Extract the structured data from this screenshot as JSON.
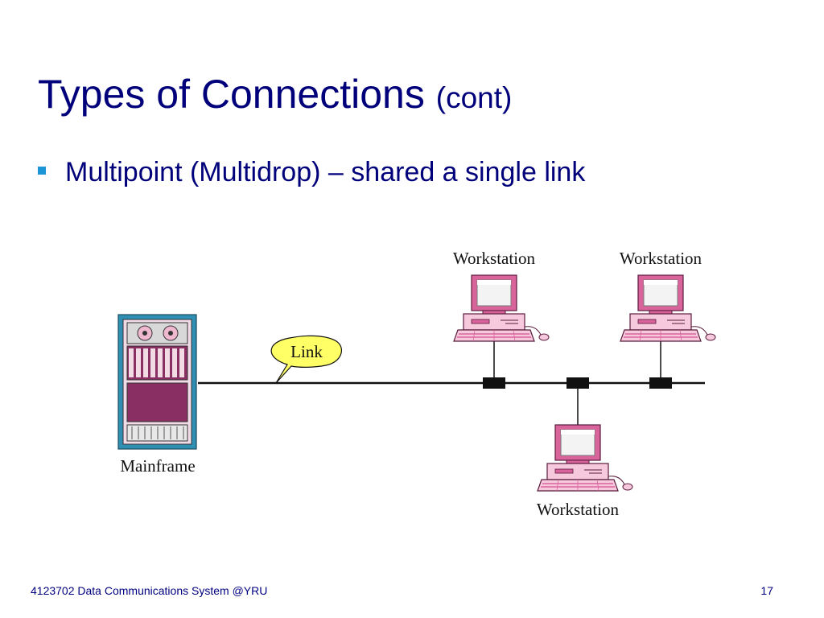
{
  "slide": {
    "title_main": "Types of Connections",
    "title_sub": "(cont)",
    "bullet_lead": "Multipoint (Multidrop)",
    "bullet_dash": "–",
    "bullet_rest": "shared a single link"
  },
  "diagram": {
    "link_label": "Link",
    "mainframe_label": "Mainframe",
    "workstation_labels": [
      "Workstation",
      "Workstation",
      "Workstation"
    ]
  },
  "footer": {
    "course": "4123702 Data Communications System @YRU",
    "page_number": "17"
  },
  "colors": {
    "title": "#00007a",
    "bullet_marker": "#1b95d6",
    "callout_fill": "#ffff66",
    "computer_pink": "#d9649c",
    "mainframe_frame": "#2f8fb3",
    "mainframe_panel": "#8a2f63"
  }
}
